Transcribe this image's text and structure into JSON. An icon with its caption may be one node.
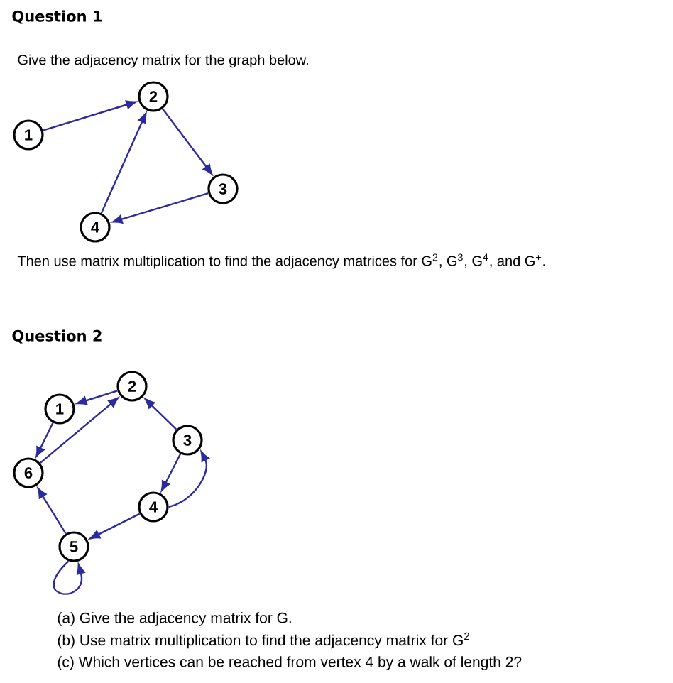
{
  "diagram": {
    "nodes": [
      {
        "text": [
          "1"
        ]
      },
      {
        "text": [
          "2"
        ]
      },
      {
        "text": [
          "3"
        ]
      },
      {
        "text": [
          "4"
        ]
      },
      {
        "text": [
          "1"
        ]
      },
      {
        "text": [
          "2"
        ]
      },
      {
        "text": [
          "3"
        ]
      },
      {
        "text": [
          "4"
        ]
      },
      {
        "text": [
          "5"
        ]
      },
      {
        "text": [
          "6"
        ]
      }
    ],
    "edges": [
      {
        "from": 0,
        "to": 1,
        "arrow": "to"
      },
      {
        "from": 1,
        "to": 2,
        "arrow": "to"
      },
      {
        "from": 2,
        "to": 3,
        "arrow": "to"
      },
      {
        "from": 3,
        "to": 1,
        "arrow": "to"
      },
      {
        "from": 5,
        "to": 4,
        "arrow": "to"
      },
      {
        "from": 4,
        "to": 9,
        "arrow": "to"
      },
      {
        "from": 9,
        "to": 5,
        "arrow": "to"
      },
      {
        "from": 6,
        "to": 5,
        "arrow": "to"
      },
      {
        "from": 6,
        "to": 7,
        "arrow": "to"
      },
      {
        "from": 7,
        "to": 6,
        "arrow": "to"
      },
      {
        "from": 7,
        "to": 8,
        "arrow": "to"
      },
      {
        "from": 8,
        "to": 9,
        "arrow": "to"
      },
      {
        "from": 8,
        "to": 8,
        "arrow": "to"
      }
    ],
    "labels": [
      "Question 1",
      "Give the adjacency matrix for the graph below.",
      "Then use matrix multiplication to find the adjacency matrices for G$^{2}$, G$^{3}$, G$^{4}$, and G$^{+}$.",
      "Question 2",
      "(a) Give the adjacency matrix for G.",
      "(b) Use matrix multiplication to find the adjacency matrix for G$^{2}$",
      "(c) Which vertices can be reached from vertex 4 by a walk of length 2?"
    ]
  }
}
